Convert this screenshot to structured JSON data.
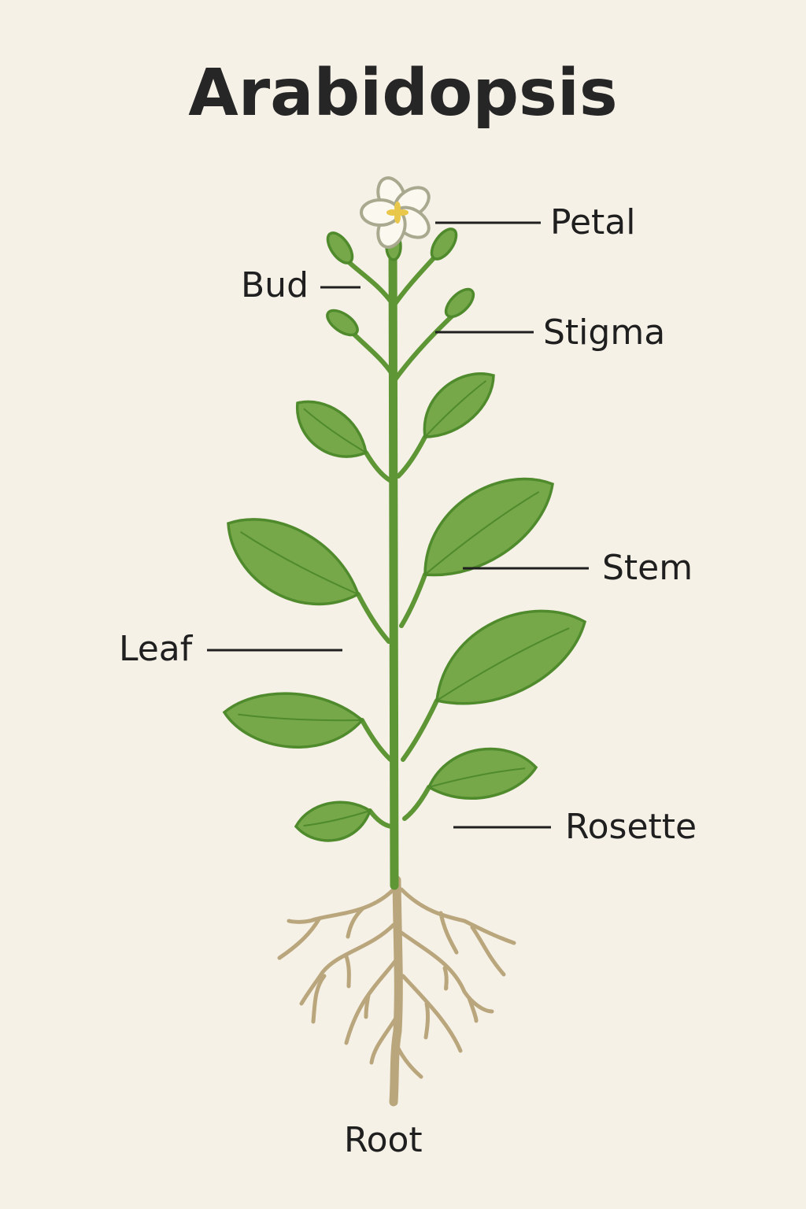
{
  "title": "Arabidopsis",
  "labels": {
    "petal": "Petal",
    "bud": "Bud",
    "stigma": "Stigma",
    "stem": "Stem",
    "leaf": "Leaf",
    "rosette": "Rosette",
    "root": "Root"
  },
  "colors": {
    "background": "#f6f1e7",
    "leaf_fill": "#76a84a",
    "leaf_stroke": "#4f8a2c",
    "root": "#b9a67c",
    "petal_stroke": "#a9a98f",
    "flower_center": "#e8c74a"
  }
}
